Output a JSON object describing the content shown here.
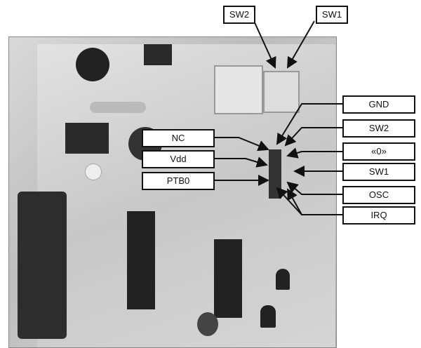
{
  "title": "Circuit board with programming header pinout",
  "labels": {
    "top_left": "SW2",
    "top_right": "SW1",
    "left": [
      "NC",
      "Vdd",
      "PTB0"
    ],
    "right": [
      "GND",
      "SW2",
      "«0»",
      "SW1",
      "OSC",
      "IRQ"
    ]
  }
}
